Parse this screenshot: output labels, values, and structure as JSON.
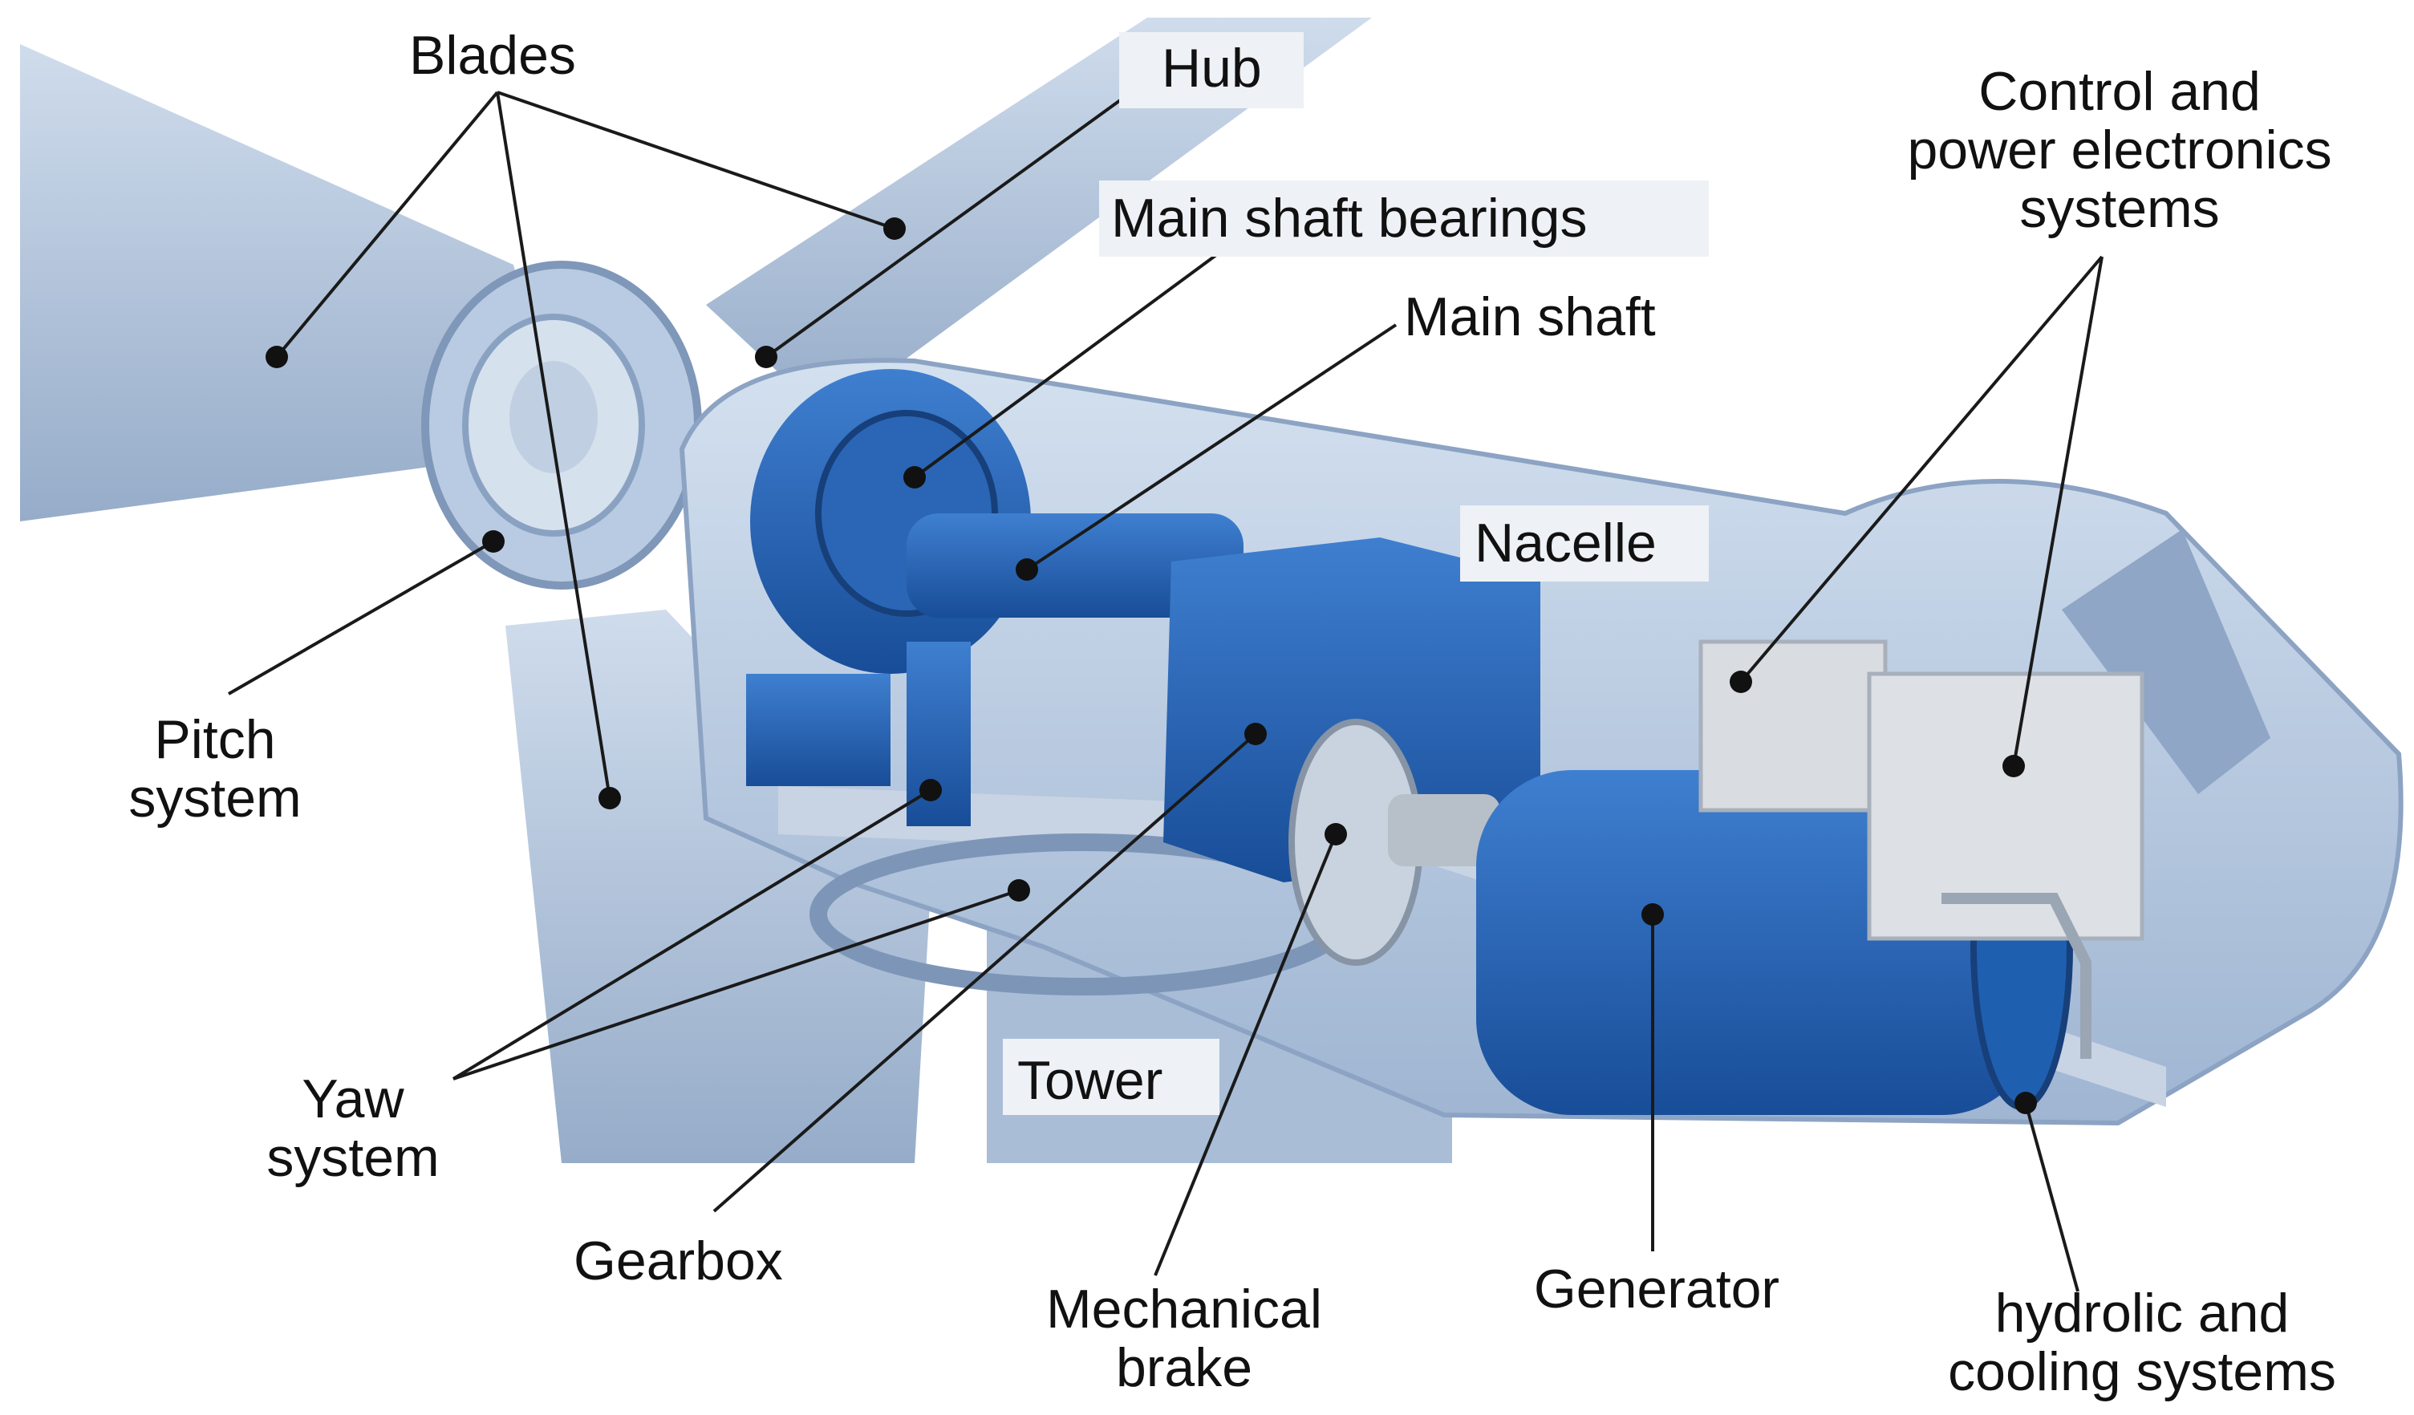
{
  "figure": {
    "labels": {
      "blades": "Blades",
      "hub": "Hub",
      "main_shaft_bearings": "Main shaft bearings",
      "main_shaft": "Main shaft",
      "control": [
        "Control and",
        "power electronics",
        "systems"
      ],
      "nacelle": "Nacelle",
      "pitch": [
        "Pitch",
        "system"
      ],
      "yaw": [
        "Yaw",
        "system"
      ],
      "tower": "Tower",
      "gearbox": "Gearbox",
      "brake": [
        "Mechanical",
        "brake"
      ],
      "generator": "Generator",
      "hydrolic": [
        "hydrolic and",
        "cooling systems"
      ]
    },
    "colors": {
      "turbine_body": "#b7c9e0",
      "turbine_shade": "#8fa8c8",
      "machinery_blue": "#1f5fb0",
      "machinery_dark": "#173f7a",
      "cabinet": "#d9dde2",
      "leader": "#1a1a1a"
    }
  }
}
